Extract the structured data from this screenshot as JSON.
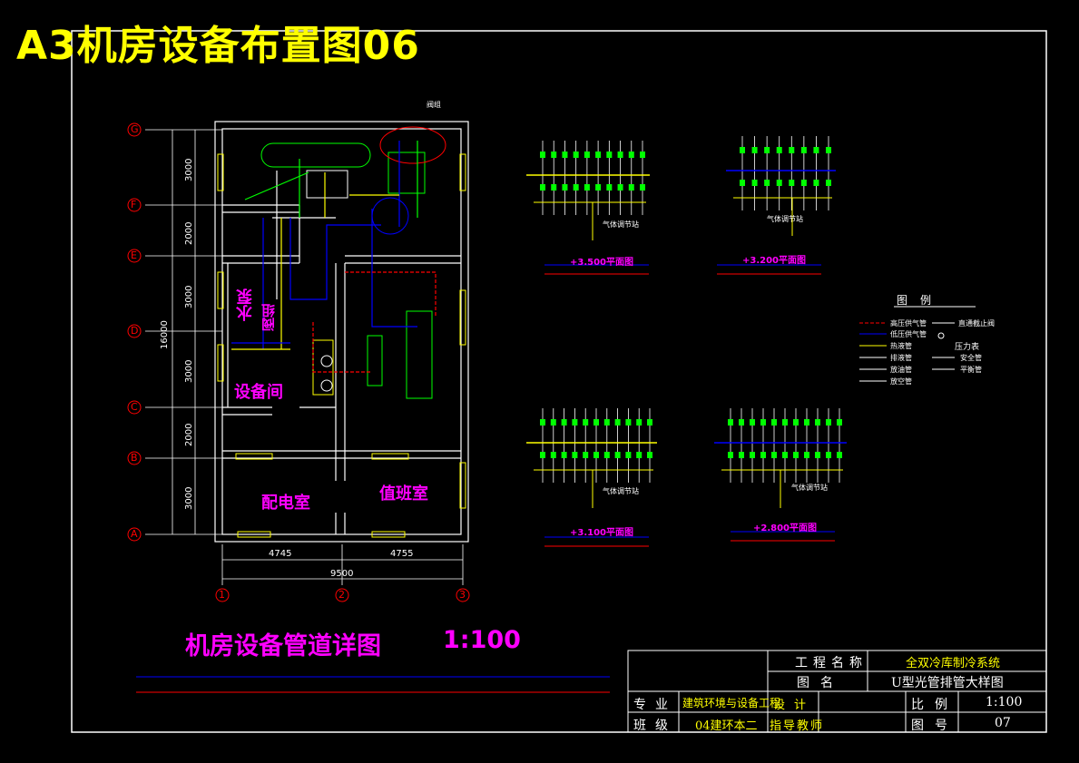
{
  "page_title": "A3机房设备布置图06",
  "drawing_title": "机房设备管道详图",
  "drawing_scale": "1:100",
  "rooms": {
    "equipment_room": "设备间",
    "power_room": "配电室",
    "duty_room": "值班室",
    "water_pump": "水泵",
    "valve_group": "阀组"
  },
  "callout_label": "阀组",
  "axis_rows": [
    "G",
    "F",
    "E",
    "D",
    "C",
    "B",
    "A"
  ],
  "axis_cols": [
    "1",
    "2",
    "3"
  ],
  "dims_vertical": [
    "3000",
    "2000",
    "3000",
    "3000",
    "2000",
    "3000"
  ],
  "dim_total_vertical": "16000",
  "dims_horizontal": [
    "4745",
    "4755"
  ],
  "dim_total_horizontal": "9500",
  "detail_plans": [
    "+3.500平面图",
    "+3.200平面图",
    "+3.100平面图",
    "+2.800平面图"
  ],
  "detail_notes": [
    "气体调节站",
    "气体调节站",
    "气体调节站",
    "气体调节站"
  ],
  "legend": {
    "title": "图例",
    "left_items": [
      "高压供气管",
      "低压供气管",
      "热液管",
      "排液管",
      "放油管",
      "放空管"
    ],
    "right_items": [
      "直通截止阀",
      "压力表",
      "安全管",
      "平衡管"
    ]
  },
  "title_block": {
    "project_name_label": "工程名称",
    "project_name_value": "全双冷库制冷系统",
    "drawing_name_label": "图名",
    "drawing_name_value": "U型光管排管大样图",
    "major_label": "专业",
    "major_value": "建筑环境与设备工程",
    "class_label": "班级",
    "class_value": "04建环本二",
    "design_label": "设计",
    "instructor_label": "指导教师",
    "scale_label": "比例",
    "scale_value": "1:100",
    "drawing_no_label": "图号",
    "drawing_no_value": "07"
  },
  "colors": {
    "background": "#000000",
    "wall": "#ffffff",
    "axis": "#ff0000",
    "title": "#ffff00",
    "magenta": "#ff00ff",
    "pipe_green": "#00ff00",
    "pipe_blue": "#0000ff",
    "pipe_yellow": "#ffff00",
    "pipe_red": "#ff0000",
    "frame": "#ffffff"
  }
}
